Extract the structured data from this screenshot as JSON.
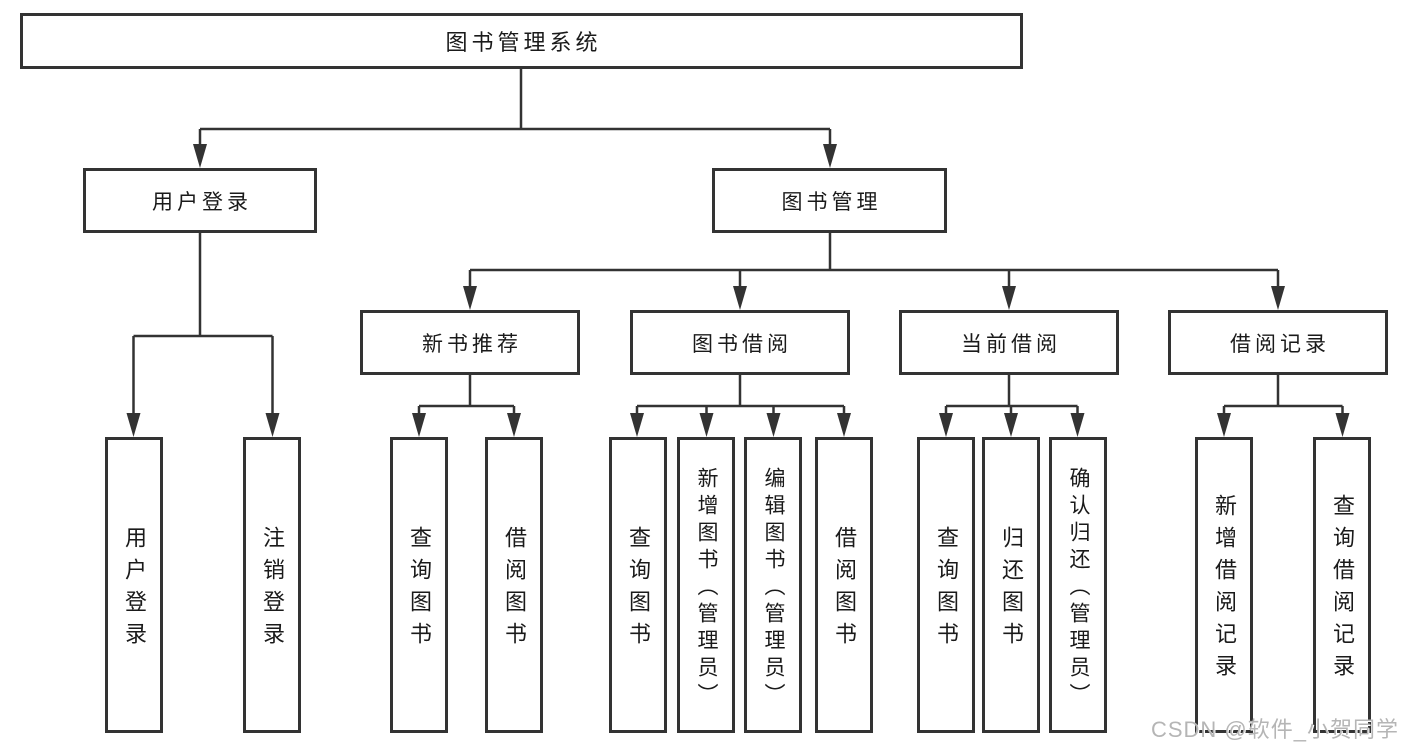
{
  "tree": {
    "label": "图书管理系统",
    "children": [
      {
        "label": "用户登录",
        "children": [
          {
            "label": "用户登录"
          },
          {
            "label": "注销登录"
          }
        ]
      },
      {
        "label": "图书管理",
        "children": [
          {
            "label": "新书推荐",
            "children": [
              {
                "label": "查询图书"
              },
              {
                "label": "借阅图书"
              }
            ]
          },
          {
            "label": "图书借阅",
            "children": [
              {
                "label": "查询图书"
              },
              {
                "label": "新增图书（管理员）"
              },
              {
                "label": "编辑图书（管理员）"
              },
              {
                "label": "借阅图书"
              }
            ]
          },
          {
            "label": "当前借阅",
            "children": [
              {
                "label": "查询图书"
              },
              {
                "label": "归还图书"
              },
              {
                "label": "确认归还（管理员）"
              }
            ]
          },
          {
            "label": "借阅记录",
            "children": [
              {
                "label": "新增借阅记录"
              },
              {
                "label": "查询借阅记录"
              }
            ]
          }
        ]
      }
    ]
  },
  "watermark": {
    "text": "CSDN @软件_小贺同学"
  },
  "colors": {
    "line": "#333333",
    "box_border": "#333333",
    "text": "#1a1a1a",
    "background": "#ffffff",
    "watermark": "#b5b5b5"
  }
}
